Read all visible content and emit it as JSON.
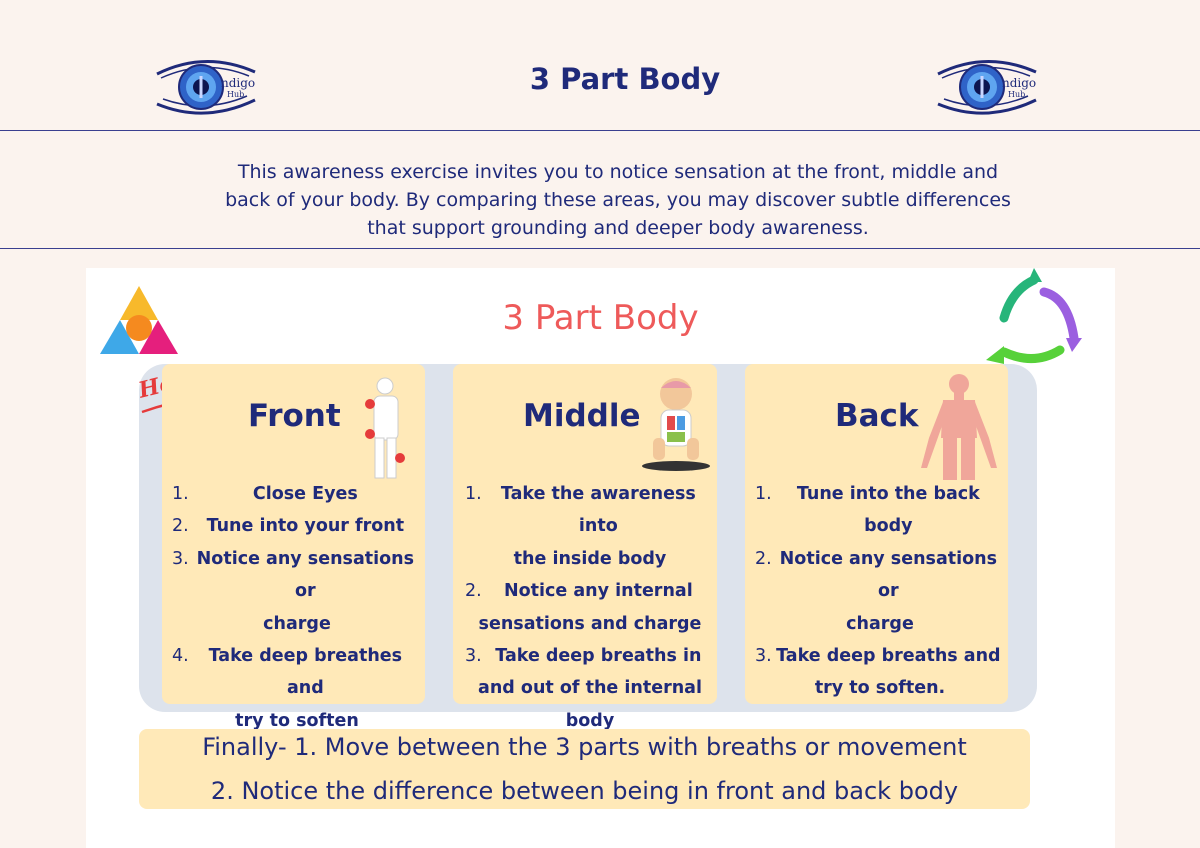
{
  "header": {
    "title": "3 Part Body",
    "logo_text": "ndigo",
    "logo_subtext": "Hub"
  },
  "intro": {
    "line1": "This awareness exercise invites you to notice sensation at the front, middle and",
    "line2": "back of your body. By comparing these areas, you may discover subtle differences",
    "line3": "that support grounding and deeper body awareness."
  },
  "card": {
    "title": "3 Part Body",
    "how_label": "How?",
    "columns": [
      {
        "heading": "Front",
        "icon": "body-pain-points-icon",
        "steps": [
          {
            "num": "1.",
            "lines": [
              "Close Eyes"
            ]
          },
          {
            "num": "2.",
            "lines": [
              "Tune into your front"
            ]
          },
          {
            "num": "3.",
            "lines": [
              "Notice any sensations or",
              "charge"
            ]
          },
          {
            "num": "4.",
            "lines": [
              "Take deep breathes and",
              "try to soften"
            ]
          }
        ]
      },
      {
        "heading": "Middle",
        "icon": "anatomy-child-icon",
        "steps": [
          {
            "num": "1.",
            "lines": [
              "Take the awareness into",
              "the inside body"
            ]
          },
          {
            "num": "2.",
            "lines": [
              "Notice any internal",
              "sensations and charge"
            ]
          },
          {
            "num": "3.",
            "lines": [
              "Take deep breaths in",
              "and out of the internal",
              "body"
            ]
          }
        ]
      },
      {
        "heading": "Back",
        "icon": "human-silhouette-icon",
        "steps": [
          {
            "num": "1.",
            "lines": [
              "Tune into the back body"
            ]
          },
          {
            "num": "2.",
            "lines": [
              "Notice any sensations or",
              "charge"
            ]
          },
          {
            "num": "3.",
            "lines": [
              "Take deep breaths and",
              "try to soften."
            ]
          }
        ]
      }
    ],
    "finally": {
      "line1": "Finally- 1. Move between the 3 parts with breaths or movement",
      "line2": "2. Notice the difference between being in front and back body"
    }
  },
  "colors": {
    "navy": "#1f2a7a",
    "coral": "#ee5a5a",
    "cream": "#ffe9b8",
    "panel": "#dde3ec",
    "page": "#fbf3ee"
  }
}
